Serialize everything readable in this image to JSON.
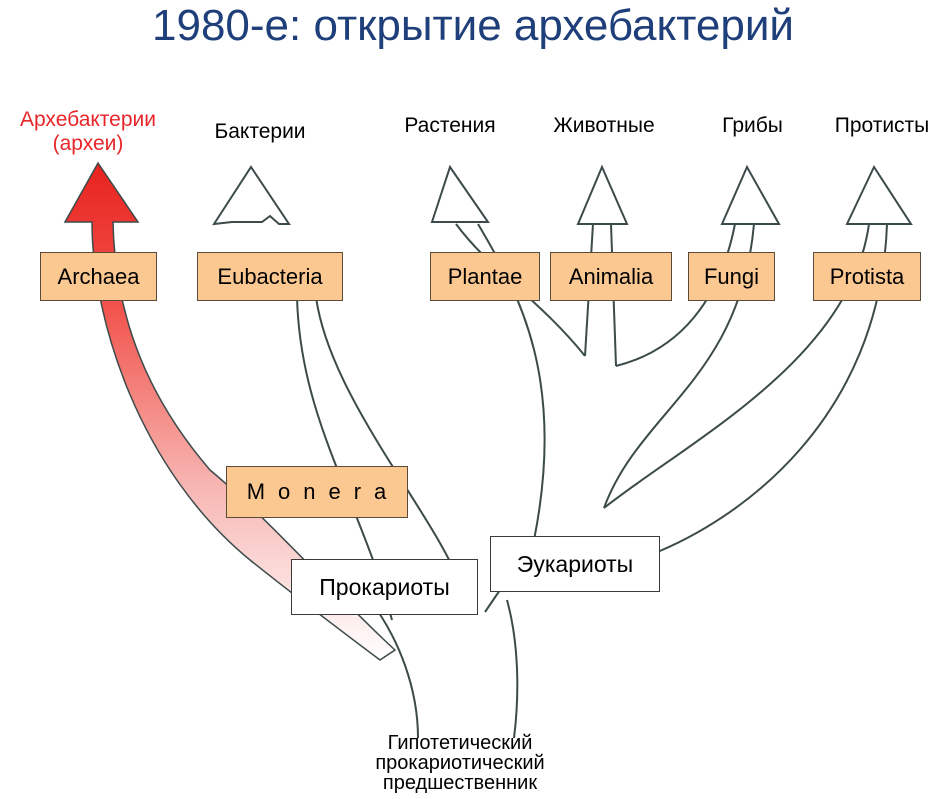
{
  "title": "1980-е: открытие архебактерий",
  "top_labels": {
    "archaea_line1": "Архебактерии",
    "archaea_line2": "(археи)",
    "bacteria": "Бактерии",
    "plants": "Растения",
    "animals": "Животные",
    "fungi": "Грибы",
    "protists": "Протисты"
  },
  "boxes": {
    "archaea": "Archaea",
    "eubacteria": "Eubacteria",
    "plantae": "Plantae",
    "animalia": "Animalia",
    "fungi": "Fungi",
    "protista": "Protista",
    "monera": "Monera",
    "prokaryotes": "Прокариоты",
    "eukaryotes": "Эукариоты"
  },
  "ancestor": {
    "line1": "Гипотетический",
    "line2": "прокариотический",
    "line3": "предшественник"
  },
  "colors": {
    "title": "#1f3f7a",
    "highlight": "#e8262a",
    "kingdom_box": "#fcc891",
    "outline": "#3c4a4a"
  }
}
